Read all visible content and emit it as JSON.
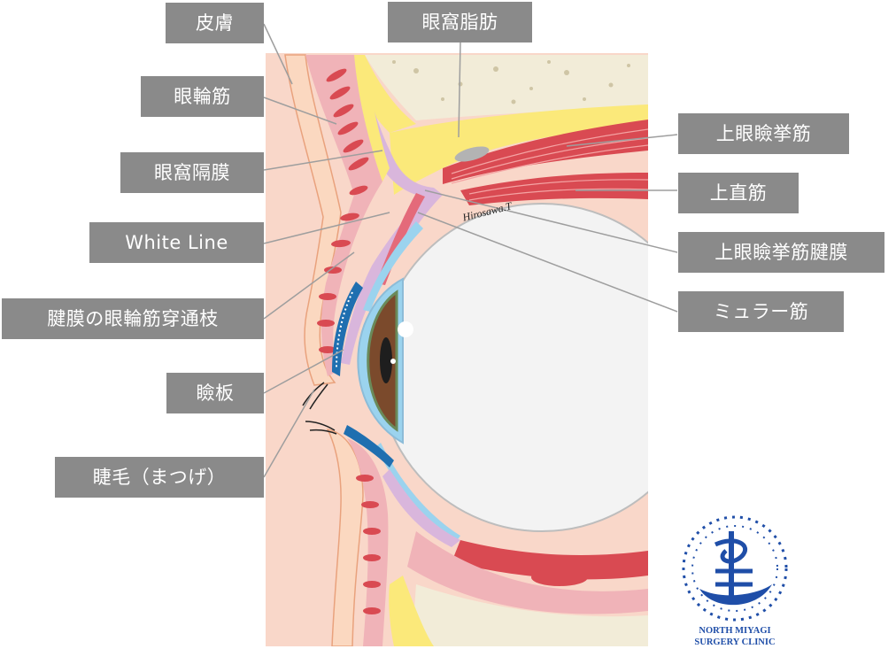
{
  "labels": {
    "skin": "皮膚",
    "orbicularis": "眼輪筋",
    "orbital_septum": "眼窩隔膜",
    "white_line": "White Line",
    "aponeurosis_branches": "腱膜の眼輪筋穿通枝",
    "tarsus": "瞼板",
    "eyelashes": "睫毛（まつげ）",
    "orbital_fat": "眼窩脂肪",
    "levator": "上眼瞼挙筋",
    "superior_rectus": "上直筋",
    "levator_aponeurosis": "上眼瞼挙筋腱膜",
    "muller": "ミュラー筋"
  },
  "signature": "Hirosawa.T",
  "logo": {
    "line1": "NORTH MIYAGI",
    "line2": "SURGERY CLINIC"
  },
  "colors": {
    "label_bg": "#8a8a8a",
    "fat": "#fbe97a",
    "muscle": "#d94a52",
    "skin": "#fbd8c0",
    "fascia": "#d9b6dc",
    "conjunctiva": "#9bd3ee",
    "iris": "#7b4a2c",
    "logo": "#1f4ea8"
  }
}
